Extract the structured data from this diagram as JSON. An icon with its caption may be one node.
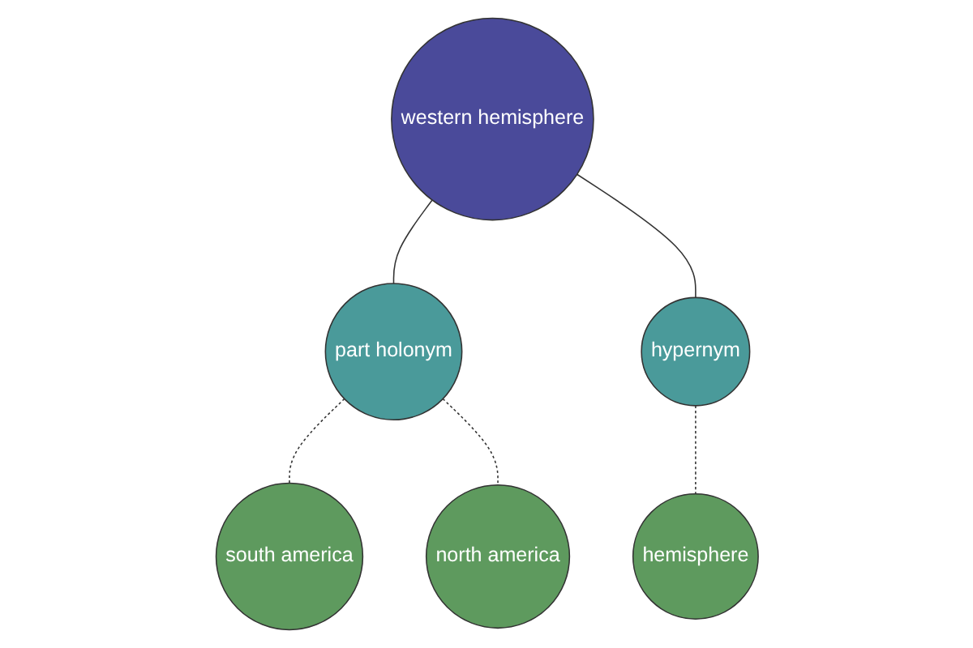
{
  "diagram": {
    "nodes": [
      {
        "text": [
          "south america"
        ]
      },
      {
        "text": [
          "north america"
        ]
      },
      {
        "text": [
          "part holonym"
        ]
      },
      {
        "text": [
          "western hemisphere"
        ]
      },
      {
        "text": [
          "hypernym"
        ]
      },
      {
        "text": [
          "hemisphere"
        ]
      }
    ],
    "edges": [
      {
        "from": 2,
        "to": 0,
        "arrow": "none",
        "style": "dashed"
      },
      {
        "from": 2,
        "to": 1,
        "arrow": "none",
        "style": "dashed"
      },
      {
        "from": 3,
        "to": 2,
        "arrow": "none"
      },
      {
        "from": 3,
        "to": 4,
        "arrow": "none"
      },
      {
        "from": 4,
        "to": 5,
        "arrow": "none",
        "style": "dashed"
      }
    ]
  }
}
